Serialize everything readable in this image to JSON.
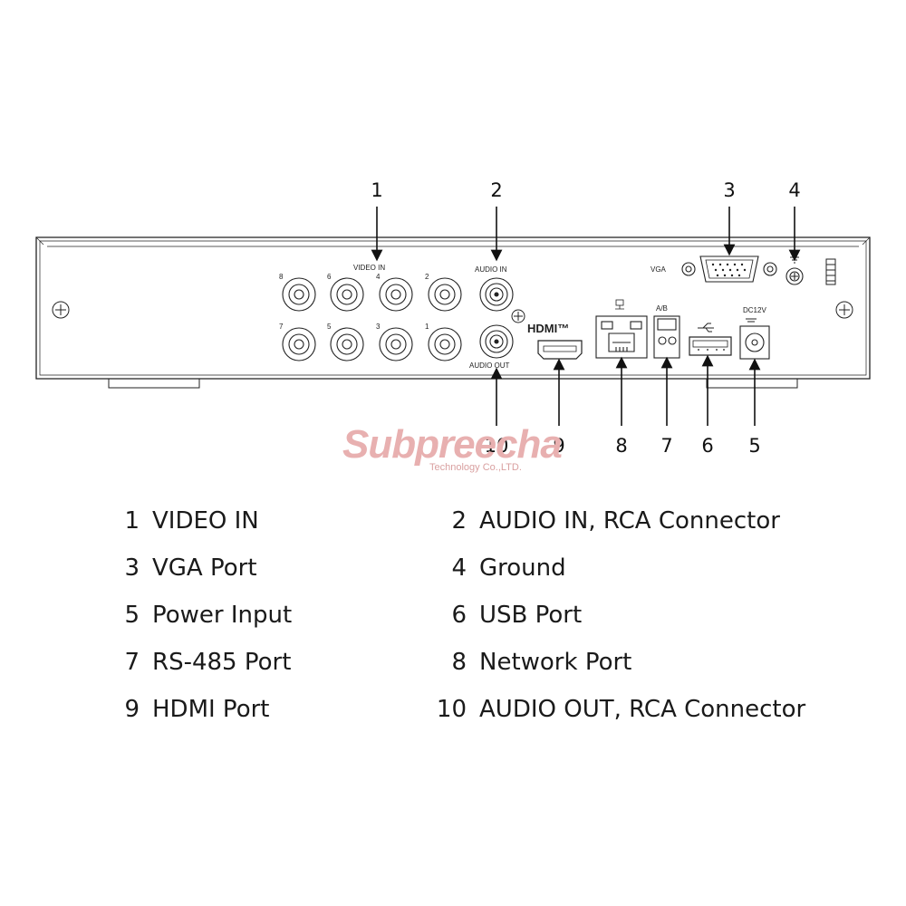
{
  "callouts": {
    "n1": "1",
    "n2": "2",
    "n3": "3",
    "n4": "4",
    "n5": "5",
    "n6": "6",
    "n7": "7",
    "n8": "8",
    "n9": "9",
    "n10": "10"
  },
  "panel": {
    "video_in": "VIDEO IN",
    "audio_in": "AUDIO IN",
    "audio_out": "AUDIO OUT",
    "vga": "VGA",
    "hdmi": "HDMI™",
    "ab": "A/B",
    "dc": "DC12V",
    "bnc_top": [
      "8",
      "6",
      "4",
      "2"
    ],
    "bnc_bottom": [
      "7",
      "5",
      "3",
      "1"
    ]
  },
  "watermark": {
    "name": "Subpreecha",
    "sub": "Technology Co.,LTD."
  },
  "legend": [
    {
      "num": "1",
      "text": "VIDEO IN"
    },
    {
      "num": "2",
      "text": "AUDIO IN, RCA Connector"
    },
    {
      "num": "3",
      "text": "VGA Port"
    },
    {
      "num": "4",
      "text": "Ground"
    },
    {
      "num": "5",
      "text": "Power Input"
    },
    {
      "num": "6",
      "text": "USB Port"
    },
    {
      "num": "7",
      "text": "RS-485 Port"
    },
    {
      "num": "8",
      "text": "Network Port"
    },
    {
      "num": "9",
      "text": "HDMI Port"
    },
    {
      "num": "10",
      "text": "AUDIO OUT, RCA Connector"
    }
  ]
}
